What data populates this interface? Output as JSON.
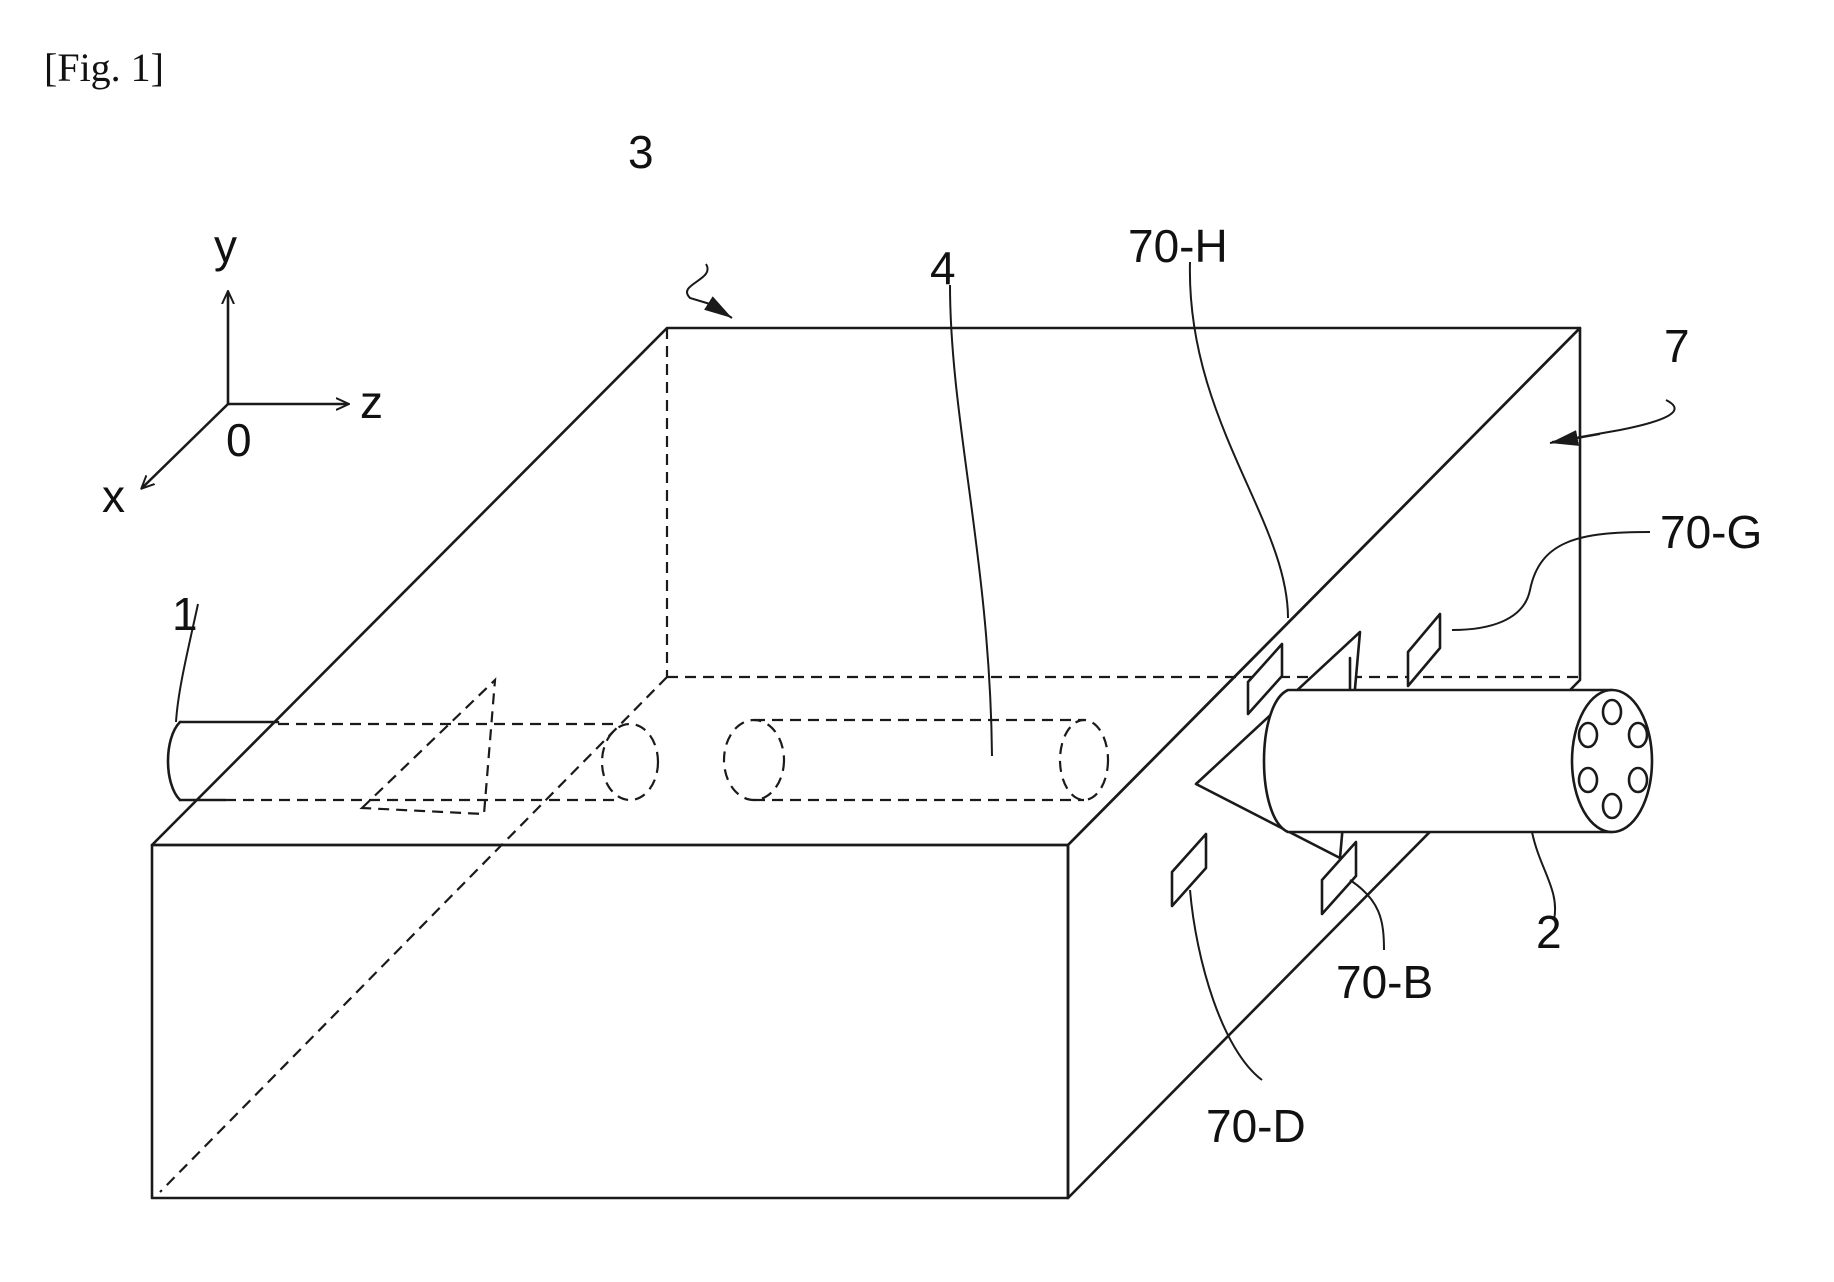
{
  "figure": {
    "caption": "[Fig. 1]"
  },
  "axes": {
    "y": "y",
    "z": "z",
    "x": "x",
    "origin": "0"
  },
  "labels": {
    "fiber_in": "1",
    "fiber_out": "2",
    "enclosure": "3",
    "component": "4",
    "face": "7",
    "port_h": "70-H",
    "port_g": "70-G",
    "port_b": "70-B",
    "port_d": "70-D"
  }
}
